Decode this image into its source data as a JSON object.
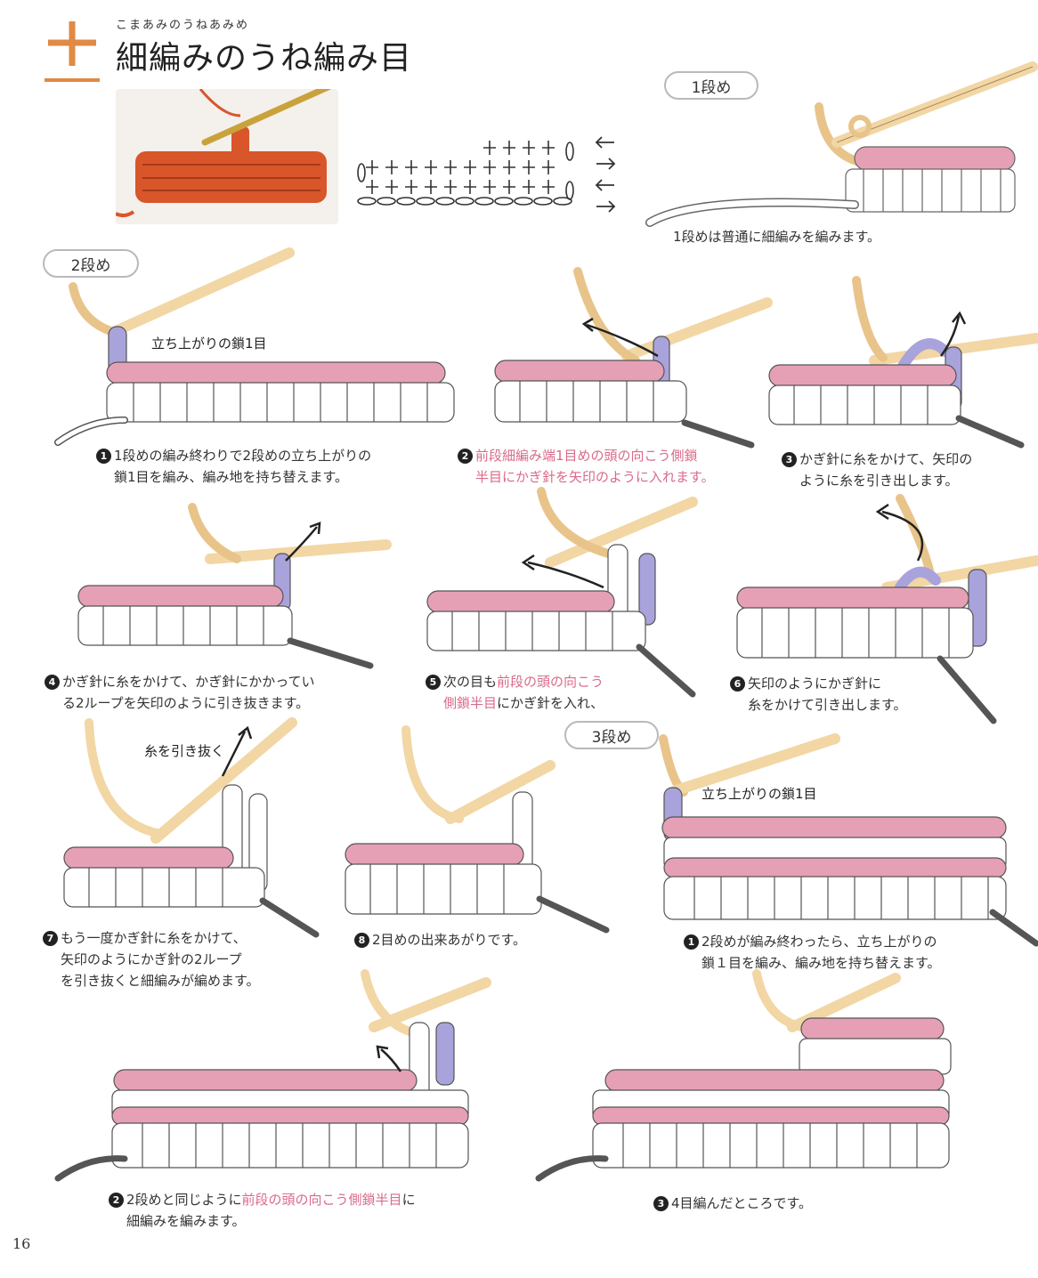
{
  "header": {
    "ruby": "こまあみのうねあみめ",
    "title": "細編みのうね編み目"
  },
  "sections": {
    "row1": "1段め",
    "row2": "2段め",
    "row3": "3段め"
  },
  "labels": {
    "chain_up_a": "立ち上がりの鎖1目",
    "chain_up_b": "立ち上がりの鎖1目",
    "pull_through": "糸を引き抜く"
  },
  "captions": {
    "row1_note": "1段めは普通に細編みを編みます。",
    "s2_1": {
      "num": "1",
      "l1": "1段めの編み終わりで2段めの立ち上がりの",
      "l2": "鎖1目を編み、編み地を持ち替えます。"
    },
    "s2_2": {
      "num": "2",
      "l1": "前段細編み端1目めの頭の向こう側鎖",
      "l2": "半目にかぎ針を矢印のように入れます。"
    },
    "s2_3": {
      "num": "3",
      "l1": "かぎ針に糸をかけて、矢印の",
      "l2": "ように糸を引き出します。"
    },
    "s2_4": {
      "num": "4",
      "l1": "かぎ針に糸をかけて、かぎ針にかかってい",
      "l2": "る2ループを矢印のように引き抜きます。"
    },
    "s2_5": {
      "num": "5",
      "l1a": "次の目も",
      "l1b": "前段の頭の向こう",
      "l2a": "側鎖半目",
      "l2b": "にかぎ針を入れ、"
    },
    "s2_6": {
      "num": "6",
      "l1": "矢印のようにかぎ針に",
      "l2": "糸をかけて引き出します。"
    },
    "s2_7": {
      "num": "7",
      "l1": "もう一度かぎ針に糸をかけて、",
      "l2": "矢印のようにかぎ針の2ループ",
      "l3": "を引き抜くと細編みが編めます。"
    },
    "s2_8": {
      "num": "8",
      "l1": "2目めの出来あがりです。"
    },
    "s3_1": {
      "num": "1",
      "l1": "2段めが編み終わったら、立ち上がりの",
      "l2": "鎖１目を編み、編み地を持ち替えます。"
    },
    "s3_2": {
      "num": "2",
      "l1a": "2段めと同じように",
      "l1b": "前段の頭の向こう側鎖半目",
      "l1c": "に",
      "l2": "細編みを編みます。"
    },
    "s3_3": {
      "num": "3",
      "l1": "4目編んだところです。"
    }
  },
  "page_number": "16",
  "colors": {
    "accent": "#e08a44",
    "pink_text": "#d96b8a",
    "yarn_pink": "#e6a0b6",
    "yarn_lavender": "#a9a3dc",
    "hook": "#f2d6a4",
    "swatch": "#d8562a"
  }
}
